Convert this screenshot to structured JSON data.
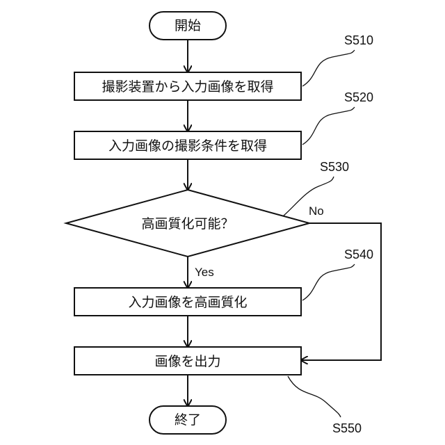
{
  "nodes": {
    "start": "開始",
    "s510": "撮影装置から入力画像を取得",
    "s520": "入力画像の撮影条件を取得",
    "s530": "高画質化可能？",
    "s540": "入力画像を高画質化",
    "s550": "画像を出力",
    "end": "終了"
  },
  "step_labels": {
    "s510": "S510",
    "s520": "S520",
    "s530": "S530",
    "s540": "S540",
    "s550": "S550"
  },
  "branch_labels": {
    "yes": "Yes",
    "no": "No"
  }
}
